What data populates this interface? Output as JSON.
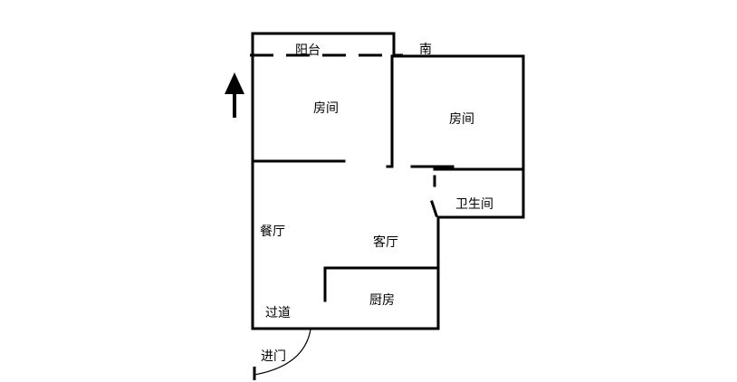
{
  "labels": {
    "balcony": "阳台",
    "south": "南",
    "room_left": "房间",
    "room_right": "房间",
    "bathroom": "卫生间",
    "dining": "餐厅",
    "living": "客厅",
    "kitchen": "厨房",
    "corridor": "过道",
    "entrance": "进门"
  },
  "icons": {
    "orientation_arrow": "arrow-up-icon"
  }
}
